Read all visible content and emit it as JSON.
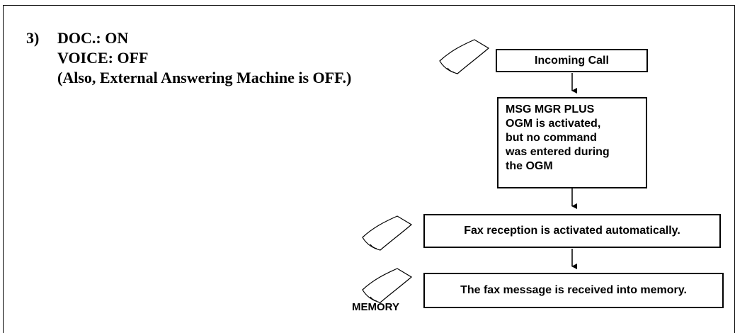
{
  "heading": {
    "number": "3)",
    "lines": [
      "DOC.: ON",
      "VOICE: OFF",
      "(Also, External Answering Machine is OFF.)"
    ]
  },
  "flow": {
    "incoming_call": "Incoming Call",
    "msg_mgr_lines": [
      "MSG MGR PLUS",
      "OGM is activated,",
      "but no command",
      "was entered during",
      "the OGM"
    ],
    "fax_reception": "Fax reception is activated automatically.",
    "fax_memory": "The fax message is received into memory.",
    "memory_label": "MEMORY"
  }
}
